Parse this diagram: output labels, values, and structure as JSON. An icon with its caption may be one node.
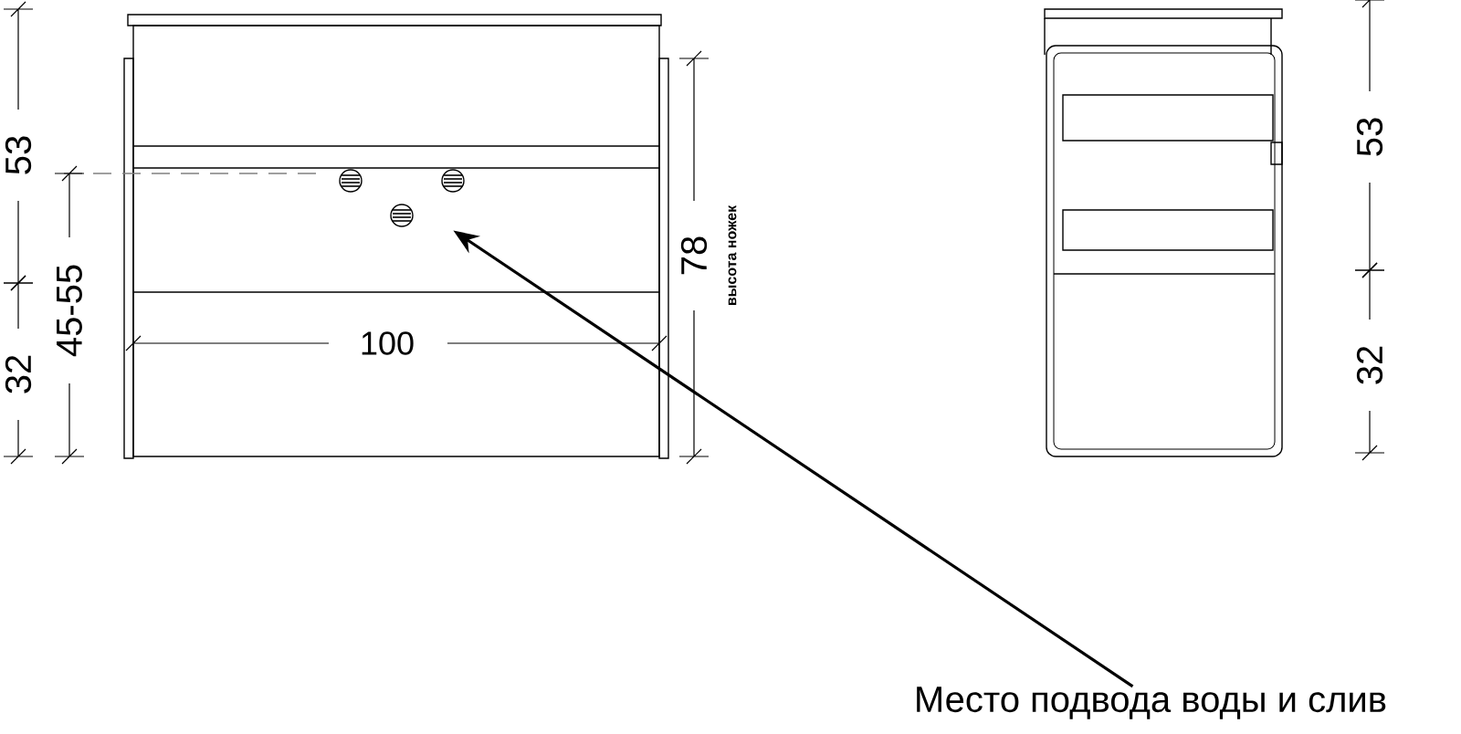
{
  "diagram": {
    "nodes": [
      {
        "text": [
          "Место подвода воды и слив"
        ]
      },
      {
        "text": [],
        "shape": "picture"
      }
    ],
    "edges": [
      {
        "from": 0,
        "to": 1,
        "arrow": "to"
      }
    ],
    "labels": [
      "53",
      "45-55",
      "32",
      "100",
      "78",
      "высота ножек",
      "53",
      "32"
    ]
  }
}
